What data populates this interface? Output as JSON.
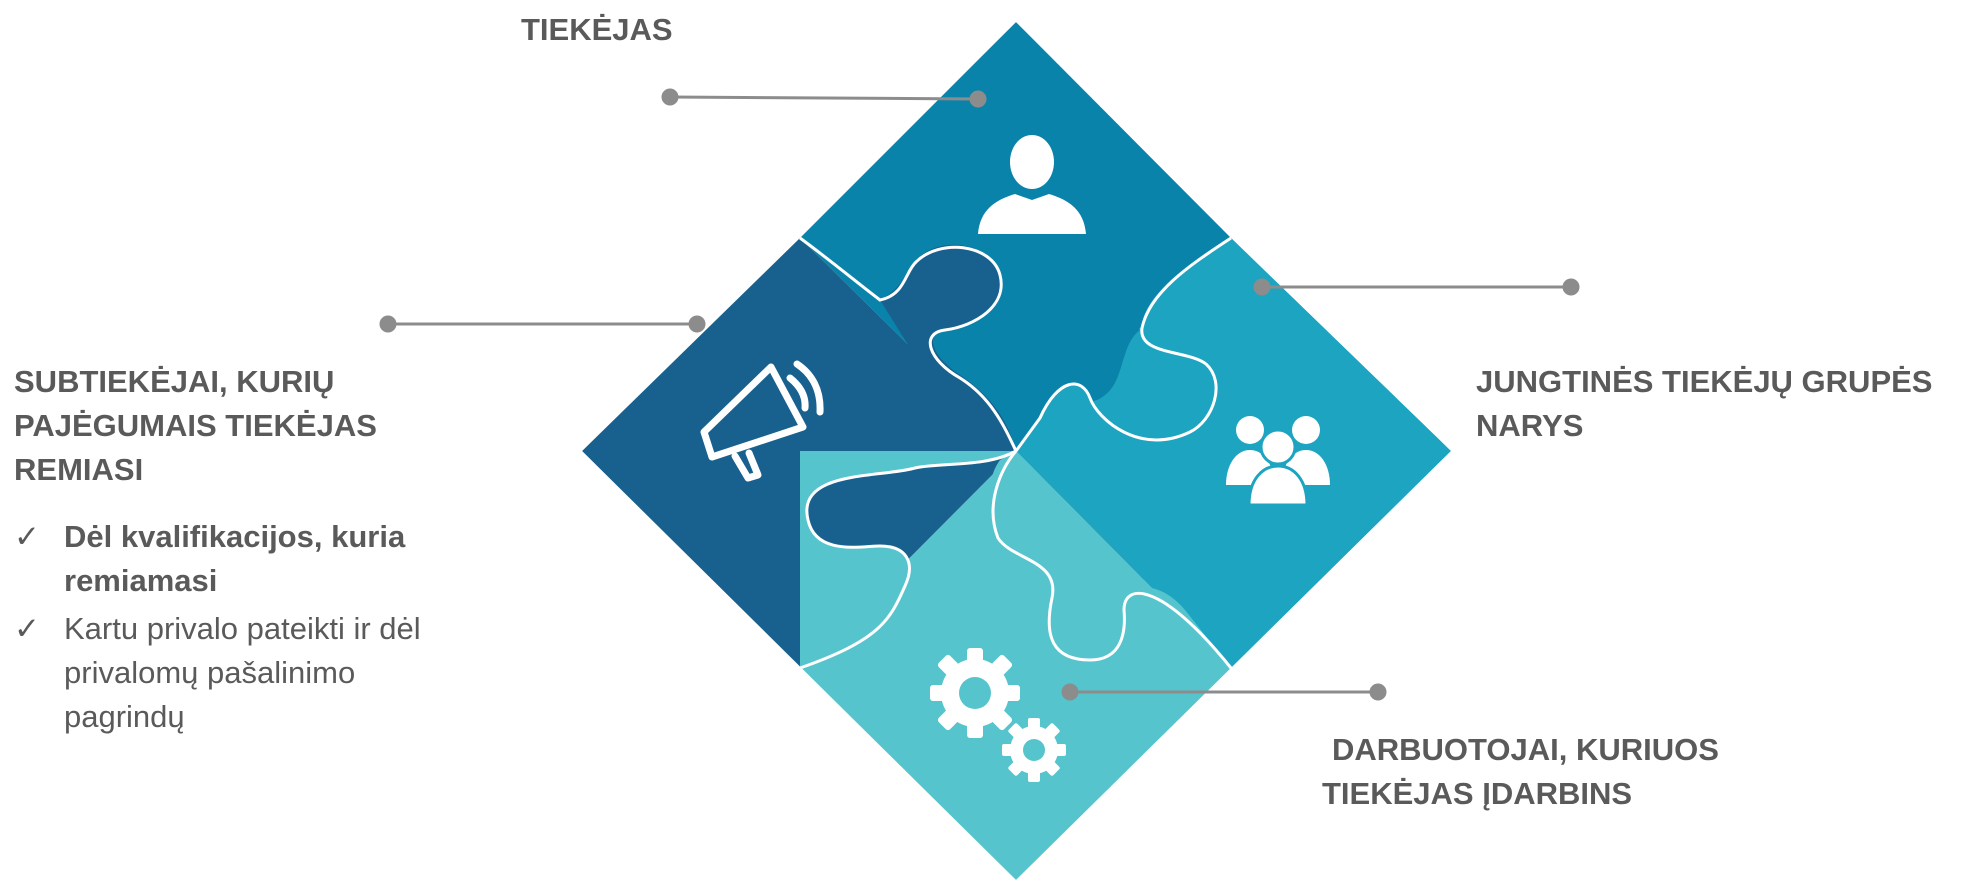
{
  "diagram": {
    "pieces": [
      {
        "name": "top",
        "color": "#0a83ab",
        "icon": "person-icon",
        "label": "TIEKĖJAS"
      },
      {
        "name": "right",
        "color": "#1da4c0",
        "icon": "group-icon",
        "label": "JUNGTINĖS TIEKĖJŲ GRUPĖS NARYS"
      },
      {
        "name": "bottom",
        "color": "#56c4cd",
        "icon": "gears-icon",
        "label": "DARBUOTOJAI, KURIUOS TIEKĖJAS ĮDARBINS"
      },
      {
        "name": "left",
        "color": "#18618e",
        "icon": "megaphone-icon",
        "label": "SUBTIEKĖJAI, KURIŲ PAJĖGUMAIS TIEKĖJAS REMIASI"
      }
    ],
    "connector_color": "#8c8c8c"
  },
  "labels": {
    "top": "TIEKĖJAS",
    "right_line1": "JUNGTINĖS TIEKĖJŲ GRUPĖS",
    "right_line2": "NARYS",
    "bottom_line1": "DARBUOTOJAI, KURIUOS",
    "bottom_line2": "TIEKĖJAS ĮDARBINS",
    "left_line1": "SUBTIEKĖJAI, KURIŲ",
    "left_line2": "PAJĖGUMAIS TIEKĖJAS",
    "left_line3": "REMIASI"
  },
  "bullets": [
    {
      "check": "✓",
      "text_line1": "Dėl kvalifikacijos, kuria",
      "text_line2": "remiamasi",
      "bold": true
    },
    {
      "check": "✓",
      "text_line1": "Kartu privalo pateikti ir dėl",
      "text_line2": "privalomų pašalinimo",
      "text_line3": "pagrindų",
      "bold": false
    }
  ]
}
